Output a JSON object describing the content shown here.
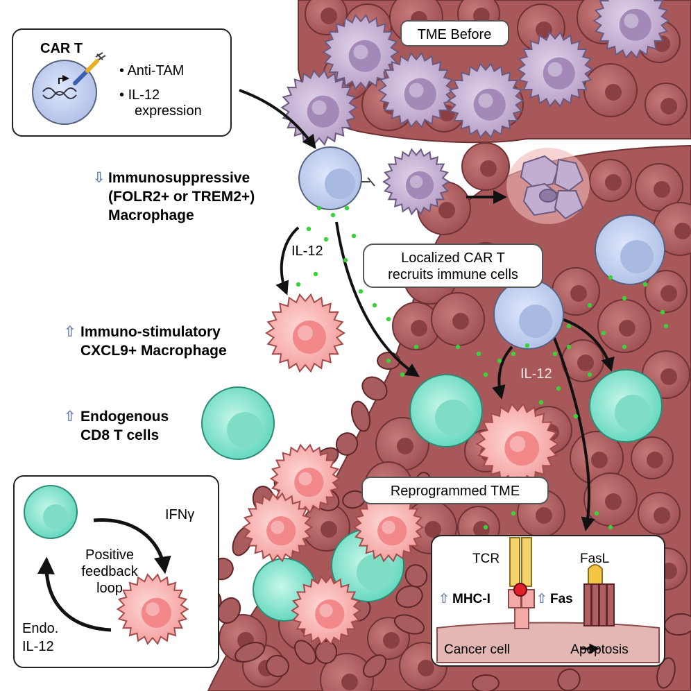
{
  "car_t_box": {
    "title": "CAR T",
    "features": [
      "Anti-TAM",
      "IL-12",
      "expression"
    ]
  },
  "labels": {
    "tme_before": "TME Before",
    "immunosuppressive_1": "Immunosuppressive",
    "immunosuppressive_2": "(FOLR2+ or TREM2+)",
    "immunosuppressive_3": "Macrophage",
    "il12_left": "IL-12",
    "localized_1": "Localized CAR T",
    "localized_2": "recruits immune cells",
    "immunostim_1": "Immuno-stimulatory",
    "immunostim_2": "CXCL9+ Macrophage",
    "il12_right": "IL-12",
    "endogenous_1": "Endogenous",
    "endogenous_2": "CD8 T cells",
    "reprogrammed": "Reprogrammed TME"
  },
  "feedback_box": {
    "ifng": "IFNγ",
    "loop_1": "Positive",
    "loop_2": "feedback",
    "loop_3": "loop",
    "endo_1": "Endo.",
    "endo_2": "IL-12"
  },
  "apoptosis_box": {
    "tcr": "TCR",
    "fasl": "FasL",
    "mhc": "MHC-I",
    "fas": "Fas",
    "cancer": "Cancer cell",
    "apoptosis": "Apoptosis"
  },
  "colors": {
    "tumor": "#a9585a",
    "tumor_dark": "#7a3a3c",
    "car_t": "#c9d6f2",
    "tam": "#c7b3d3",
    "m1": "#f5b2b0",
    "cd8": "#7fe0c9",
    "il12_dot": "#3ad23a"
  }
}
